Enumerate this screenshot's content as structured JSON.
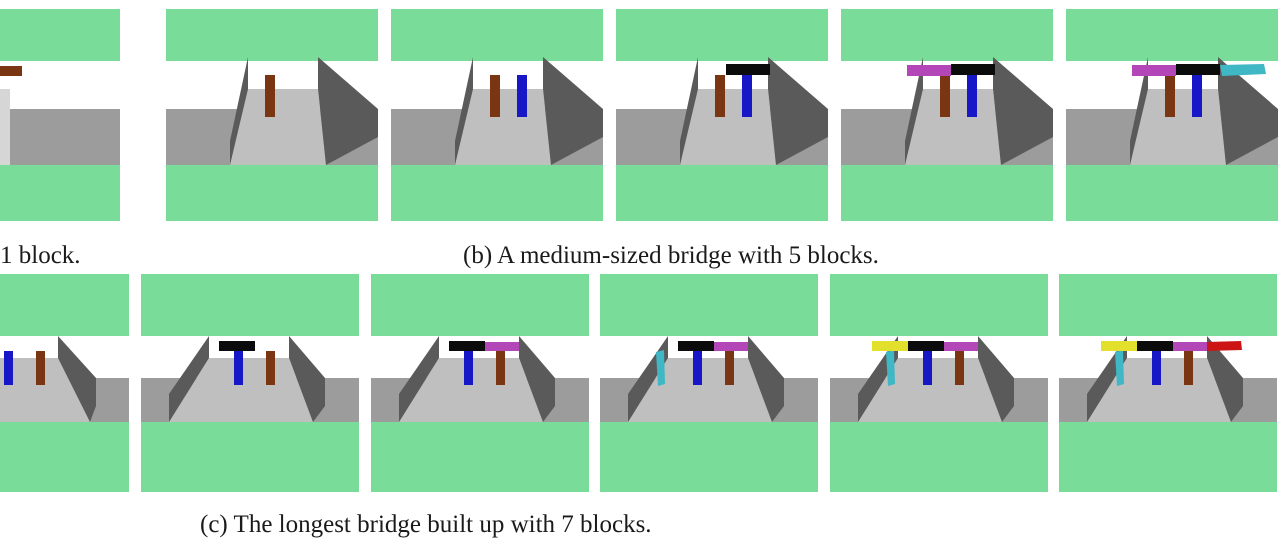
{
  "captions": {
    "a": "1 block.",
    "b": "(b) A medium-sized bridge with 5 blocks.",
    "c": "(c) The longest bridge built up with 7 blocks."
  },
  "colors": {
    "ground_green": "#79dc98",
    "floor_gray": "#bfbfbf",
    "side_gray": "#9c9c9c",
    "wall_dark": "#5a5a5a",
    "wall_light": "#787878",
    "sky_white": "#ffffff",
    "block_brown": "#7a3512",
    "block_blue": "#1717c8",
    "block_black": "#0b0b0b",
    "block_magenta": "#b347b8",
    "block_cyan": "#3fb7c4",
    "block_yellow": "#e3e02d",
    "block_red": "#cc1414"
  }
}
